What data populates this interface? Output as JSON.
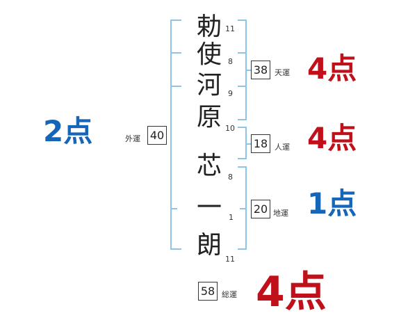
{
  "name_chars": [
    {
      "char": "勅",
      "strokes": "11"
    },
    {
      "char": "使",
      "strokes": "8"
    },
    {
      "char": "河",
      "strokes": "9"
    },
    {
      "char": "原",
      "strokes": "10"
    },
    {
      "char": "芯",
      "strokes": "8"
    },
    {
      "char": "一",
      "strokes": "1"
    },
    {
      "char": "朗",
      "strokes": "11"
    }
  ],
  "fortunes": {
    "tenun": {
      "label": "天運",
      "value": "38",
      "score": "4点",
      "color": "#c0101a"
    },
    "jinun": {
      "label": "人運",
      "value": "18",
      "score": "4点",
      "color": "#c0101a"
    },
    "chiun": {
      "label": "地運",
      "value": "20",
      "score": "1点",
      "color": "#1565b8"
    },
    "gaiun": {
      "label": "外運",
      "value": "40",
      "score": "2点",
      "color": "#1565b8"
    },
    "souun": {
      "label": "総運",
      "value": "58",
      "score": "4点",
      "color": "#c0101a"
    }
  }
}
